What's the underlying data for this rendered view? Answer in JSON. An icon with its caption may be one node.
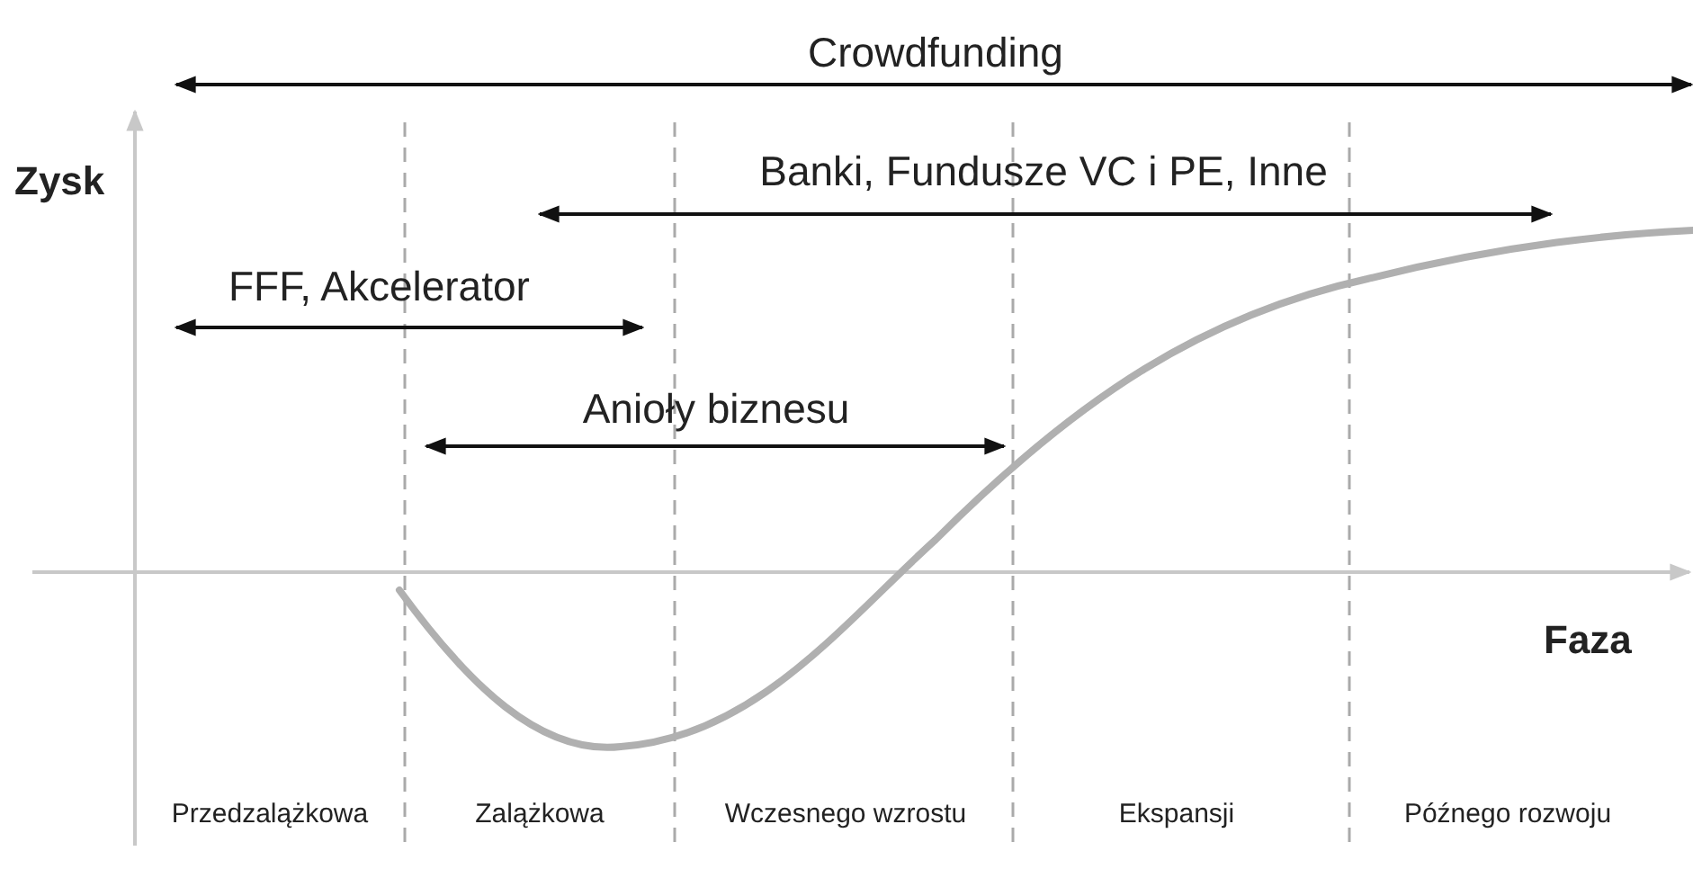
{
  "diagram": {
    "labels": [
      "Crowdfunding",
      "Zysk",
      "Banki, Fundusze VC i PE, Inne",
      "FFF, Akcelerator",
      "Anioły biznesu",
      "Faza",
      "Przedzalążkowa",
      "Zalążkowa",
      "Wczesnego wzrostu",
      "Ekspansji",
      "Późnego rozwoju"
    ]
  }
}
